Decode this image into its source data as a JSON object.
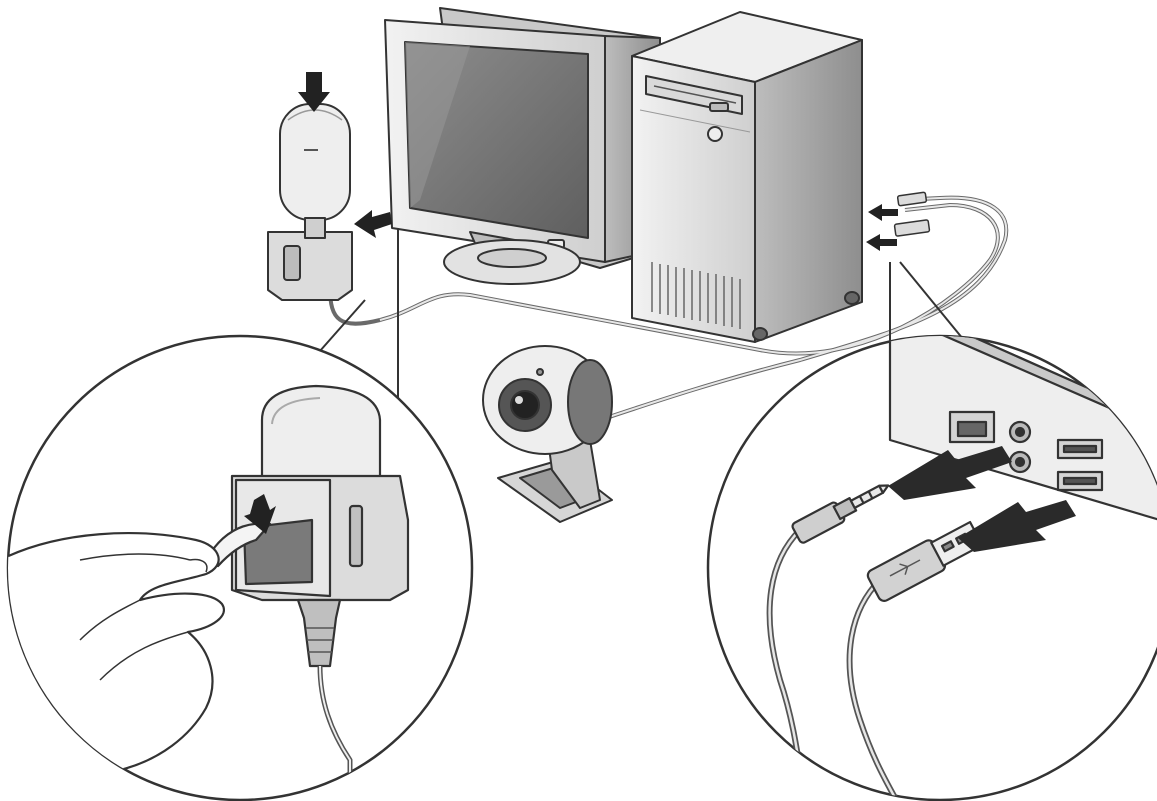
{
  "illustration": {
    "subject": "webcam-and-clip-microphone-installation",
    "scenes": [
      "desktop-setup",
      "microphone-clip-detail",
      "rear-port-connection-detail"
    ],
    "components": [
      "crt-monitor",
      "tower-pc",
      "usb-webcam",
      "clip-microphone",
      "audio-jack-3-5mm",
      "usb-plug",
      "mic-port",
      "usb-port"
    ],
    "icons": [
      "arrow-down-icon",
      "arrow-right-icon",
      "arrow-left-icon"
    ],
    "palette": {
      "line": "#333333",
      "fill_light": "#e9e9e9",
      "fill_mid": "#b9b9b9",
      "fill_dark": "#5d5d5d",
      "screen": "#767676",
      "arrow": "#222222",
      "background": "#ffffff"
    }
  }
}
